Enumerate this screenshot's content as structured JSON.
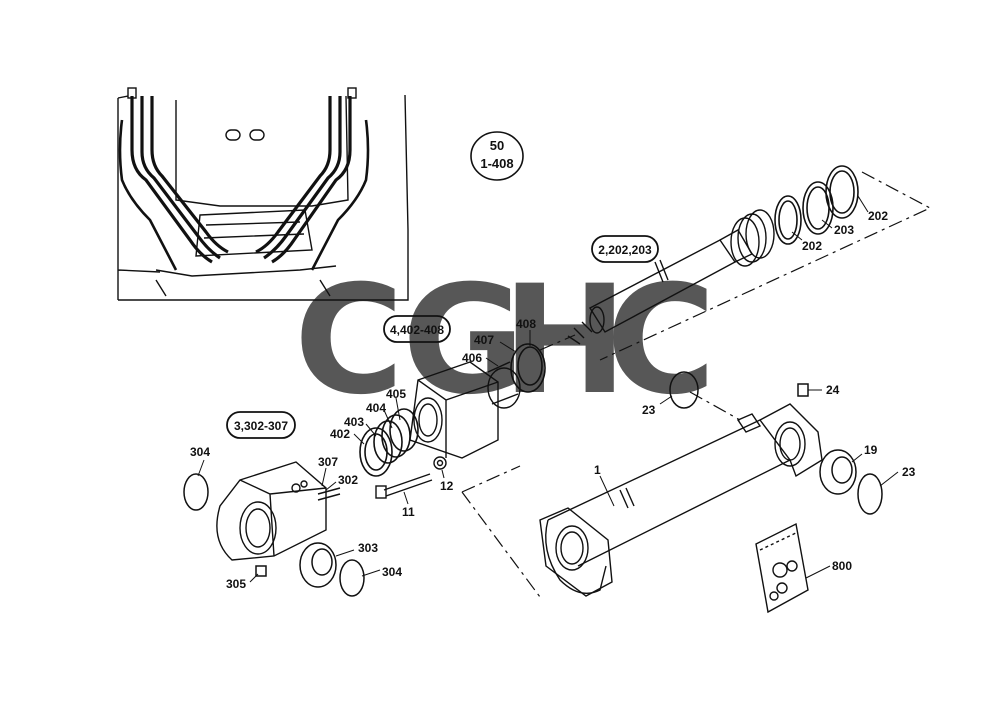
{
  "diagram": {
    "group_badge": {
      "line1": "50",
      "line2": "1-408"
    },
    "callouts": {
      "c_2_202_203": "2,202,203",
      "c_4_402_408": "4,402-408",
      "c_3_302_307": "3,302-307"
    },
    "part_labels": {
      "p202a": "202",
      "p203": "203",
      "p202b": "202",
      "p408": "408",
      "p407": "407",
      "p406": "406",
      "p405": "405",
      "p404": "404",
      "p403": "403",
      "p402": "402",
      "p23a": "23",
      "p24": "24",
      "p19": "19",
      "p23b": "23",
      "p1": "1",
      "p304a": "304",
      "p307": "307",
      "p302": "302",
      "p12": "12",
      "p11": "11",
      "p303": "303",
      "p305": "305",
      "p304b": "304",
      "p800": "800"
    },
    "watermark": {
      "letters": [
        "C",
        "G",
        "H",
        "C"
      ],
      "colors": [
        "#4a8af4",
        "#ea4335",
        "#fbbc05",
        "#34a853"
      ]
    }
  }
}
